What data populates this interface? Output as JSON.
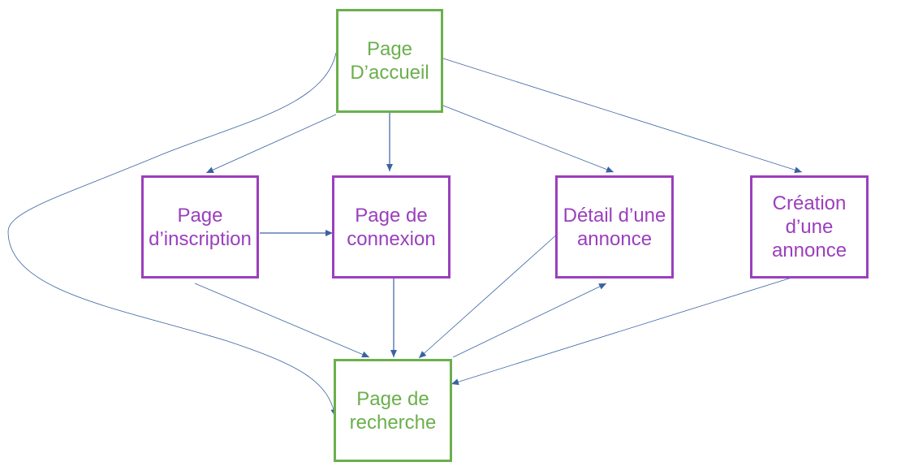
{
  "colors": {
    "page_node": "#6ab04c",
    "section_node": "#9b3fbd",
    "edge": "#3a62a3"
  },
  "nodes": {
    "accueil": {
      "label": "Page\nD’accueil"
    },
    "inscription": {
      "label": "Page\nd’inscription"
    },
    "connexion": {
      "label": "Page de\nconnexion"
    },
    "detail": {
      "label": "Détail d’une\nannonce"
    },
    "creation": {
      "label": "Création\nd’une\nannonce"
    },
    "recherche": {
      "label": "Page de\nrecherche"
    }
  },
  "edges": [
    {
      "from": "accueil",
      "to": "inscription"
    },
    {
      "from": "accueil",
      "to": "connexion"
    },
    {
      "from": "accueil",
      "to": "detail"
    },
    {
      "from": "accueil",
      "to": "creation"
    },
    {
      "from": "accueil",
      "to": "recherche"
    },
    {
      "from": "inscription",
      "to": "connexion"
    },
    {
      "from": "inscription",
      "to": "recherche"
    },
    {
      "from": "connexion",
      "to": "recherche"
    },
    {
      "from": "detail",
      "to": "recherche"
    },
    {
      "from": "recherche",
      "to": "detail"
    },
    {
      "from": "creation",
      "to": "recherche"
    }
  ]
}
